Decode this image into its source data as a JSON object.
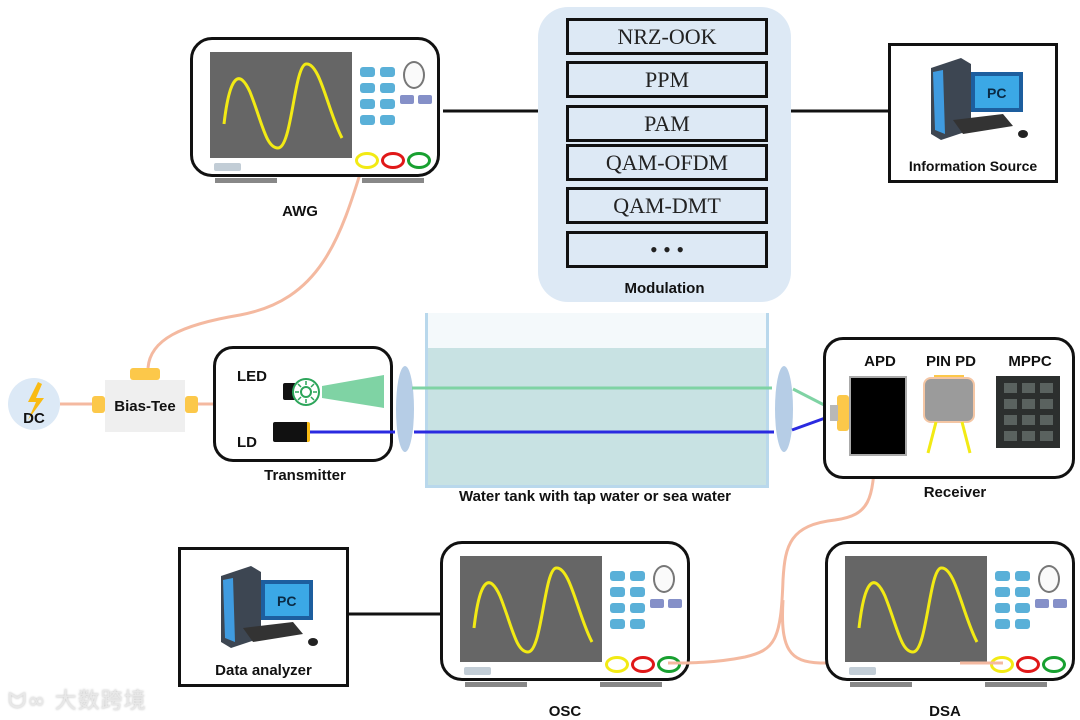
{
  "diagram": {
    "title": "Underwater optical wireless communication experimental setup",
    "instruments": {
      "awg": {
        "label": "AWG"
      },
      "osc": {
        "label": "OSC"
      },
      "dsa": {
        "label": "DSA"
      }
    },
    "modulation": {
      "label": "Modulation",
      "formats": [
        "NRZ-OOK",
        "PPM",
        "PAM",
        "QAM-OFDM",
        "QAM-DMT",
        "• • •"
      ]
    },
    "information_source": {
      "label": "Information Source",
      "pc_text": "PC"
    },
    "data_analyzer": {
      "label": "Data analyzer",
      "pc_text": "PC"
    },
    "dc_source": {
      "label": "DC"
    },
    "bias_tee": {
      "label": "Bias-Tee"
    },
    "transmitter": {
      "label": "Transmitter",
      "led_label": "LED",
      "ld_label": "LD"
    },
    "water_tank": {
      "label": "Water tank with tap water or sea water"
    },
    "receiver": {
      "label": "Receiver",
      "detectors": [
        "APD",
        "PIN PD",
        "MPPC"
      ]
    },
    "watermark": "大数跨境",
    "colors": {
      "cable": "#f4b9a0",
      "led_beam": "#7fd3a4",
      "ld_beam": "#2a2ae0",
      "connector": "#fcc84a",
      "water": "#c8e2e3",
      "tank_wall": "#b9d8ec",
      "modulation_panel": "#dde9f5",
      "screen": "#666666",
      "waveform": "#f2ea14",
      "port_yellow": "#f2ea14",
      "port_red": "#e01818",
      "port_green": "#18a030"
    }
  }
}
